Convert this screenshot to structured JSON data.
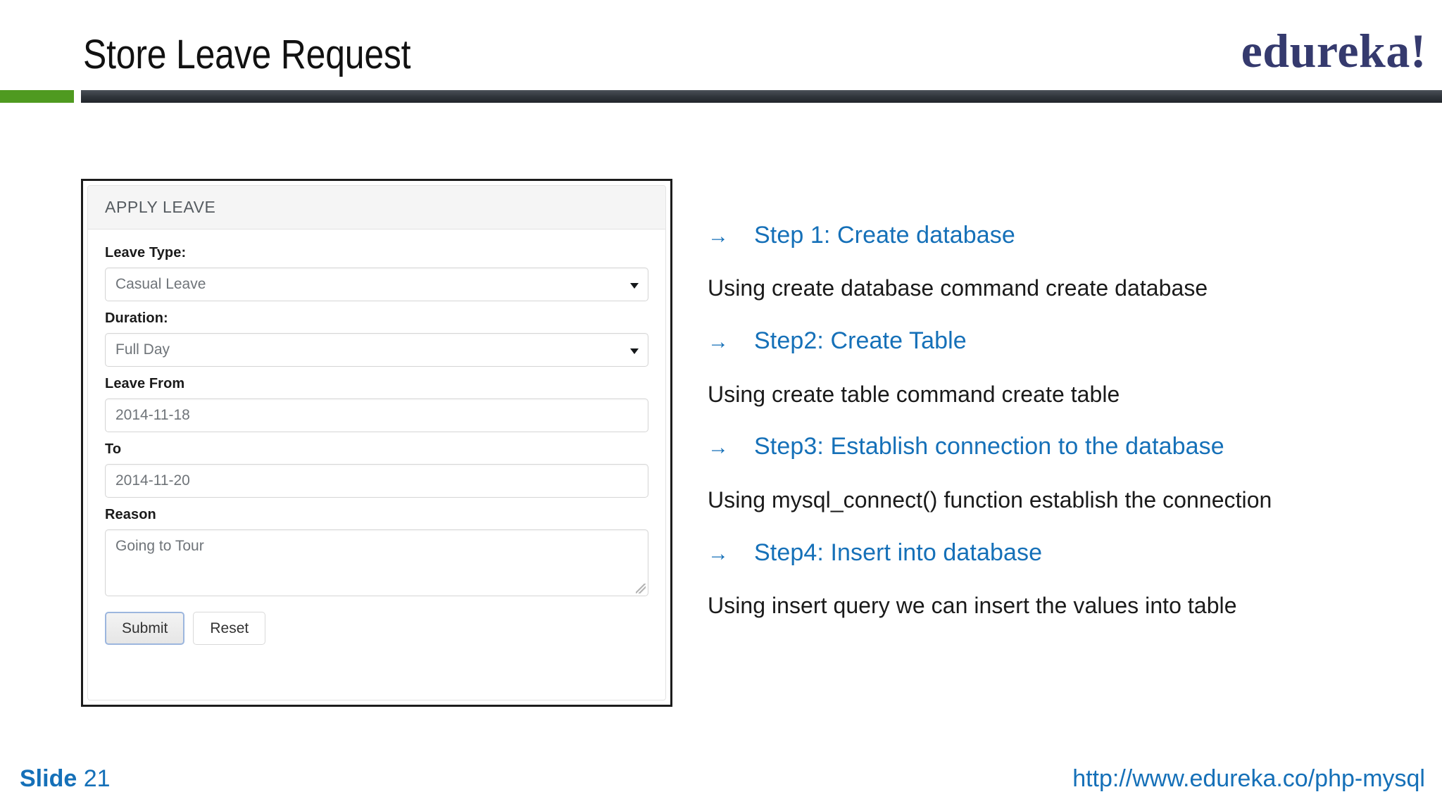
{
  "header": {
    "title": "Store Leave Request",
    "logo": "edureka!",
    "accent_green": "#4f9a20",
    "accent_dark": "#2f343a",
    "logo_color": "#353a6e"
  },
  "form": {
    "panel_title": "APPLY LEAVE",
    "fields": [
      {
        "label": "Leave Type:",
        "value": "Casual Leave",
        "type": "select"
      },
      {
        "label": "Duration:",
        "value": "Full Day",
        "type": "select"
      },
      {
        "label": "Leave From",
        "value": "2014-11-18",
        "type": "text"
      },
      {
        "label": "To",
        "value": "2014-11-20",
        "type": "text"
      },
      {
        "label": "Reason",
        "value": "Going to Tour",
        "type": "textarea"
      }
    ],
    "submit_label": "Submit",
    "reset_label": "Reset"
  },
  "steps": {
    "arrow": "→",
    "accent_color": "#1570b8",
    "items": [
      {
        "heading": "Step 1: Create database",
        "body": "Using create database command create database"
      },
      {
        "heading": "Step2: Create Table",
        "body": "Using create table command create table"
      },
      {
        "heading": "Step3: Establish connection to the database",
        "body": "Using mysql_connect() function establish the connection"
      },
      {
        "heading": "Step4: Insert into database",
        "body": "Using insert query we can insert the values into table"
      }
    ]
  },
  "footer": {
    "slide_label": "Slide",
    "slide_number": "21",
    "url": "http://www.edureka.co/php-mysql"
  }
}
